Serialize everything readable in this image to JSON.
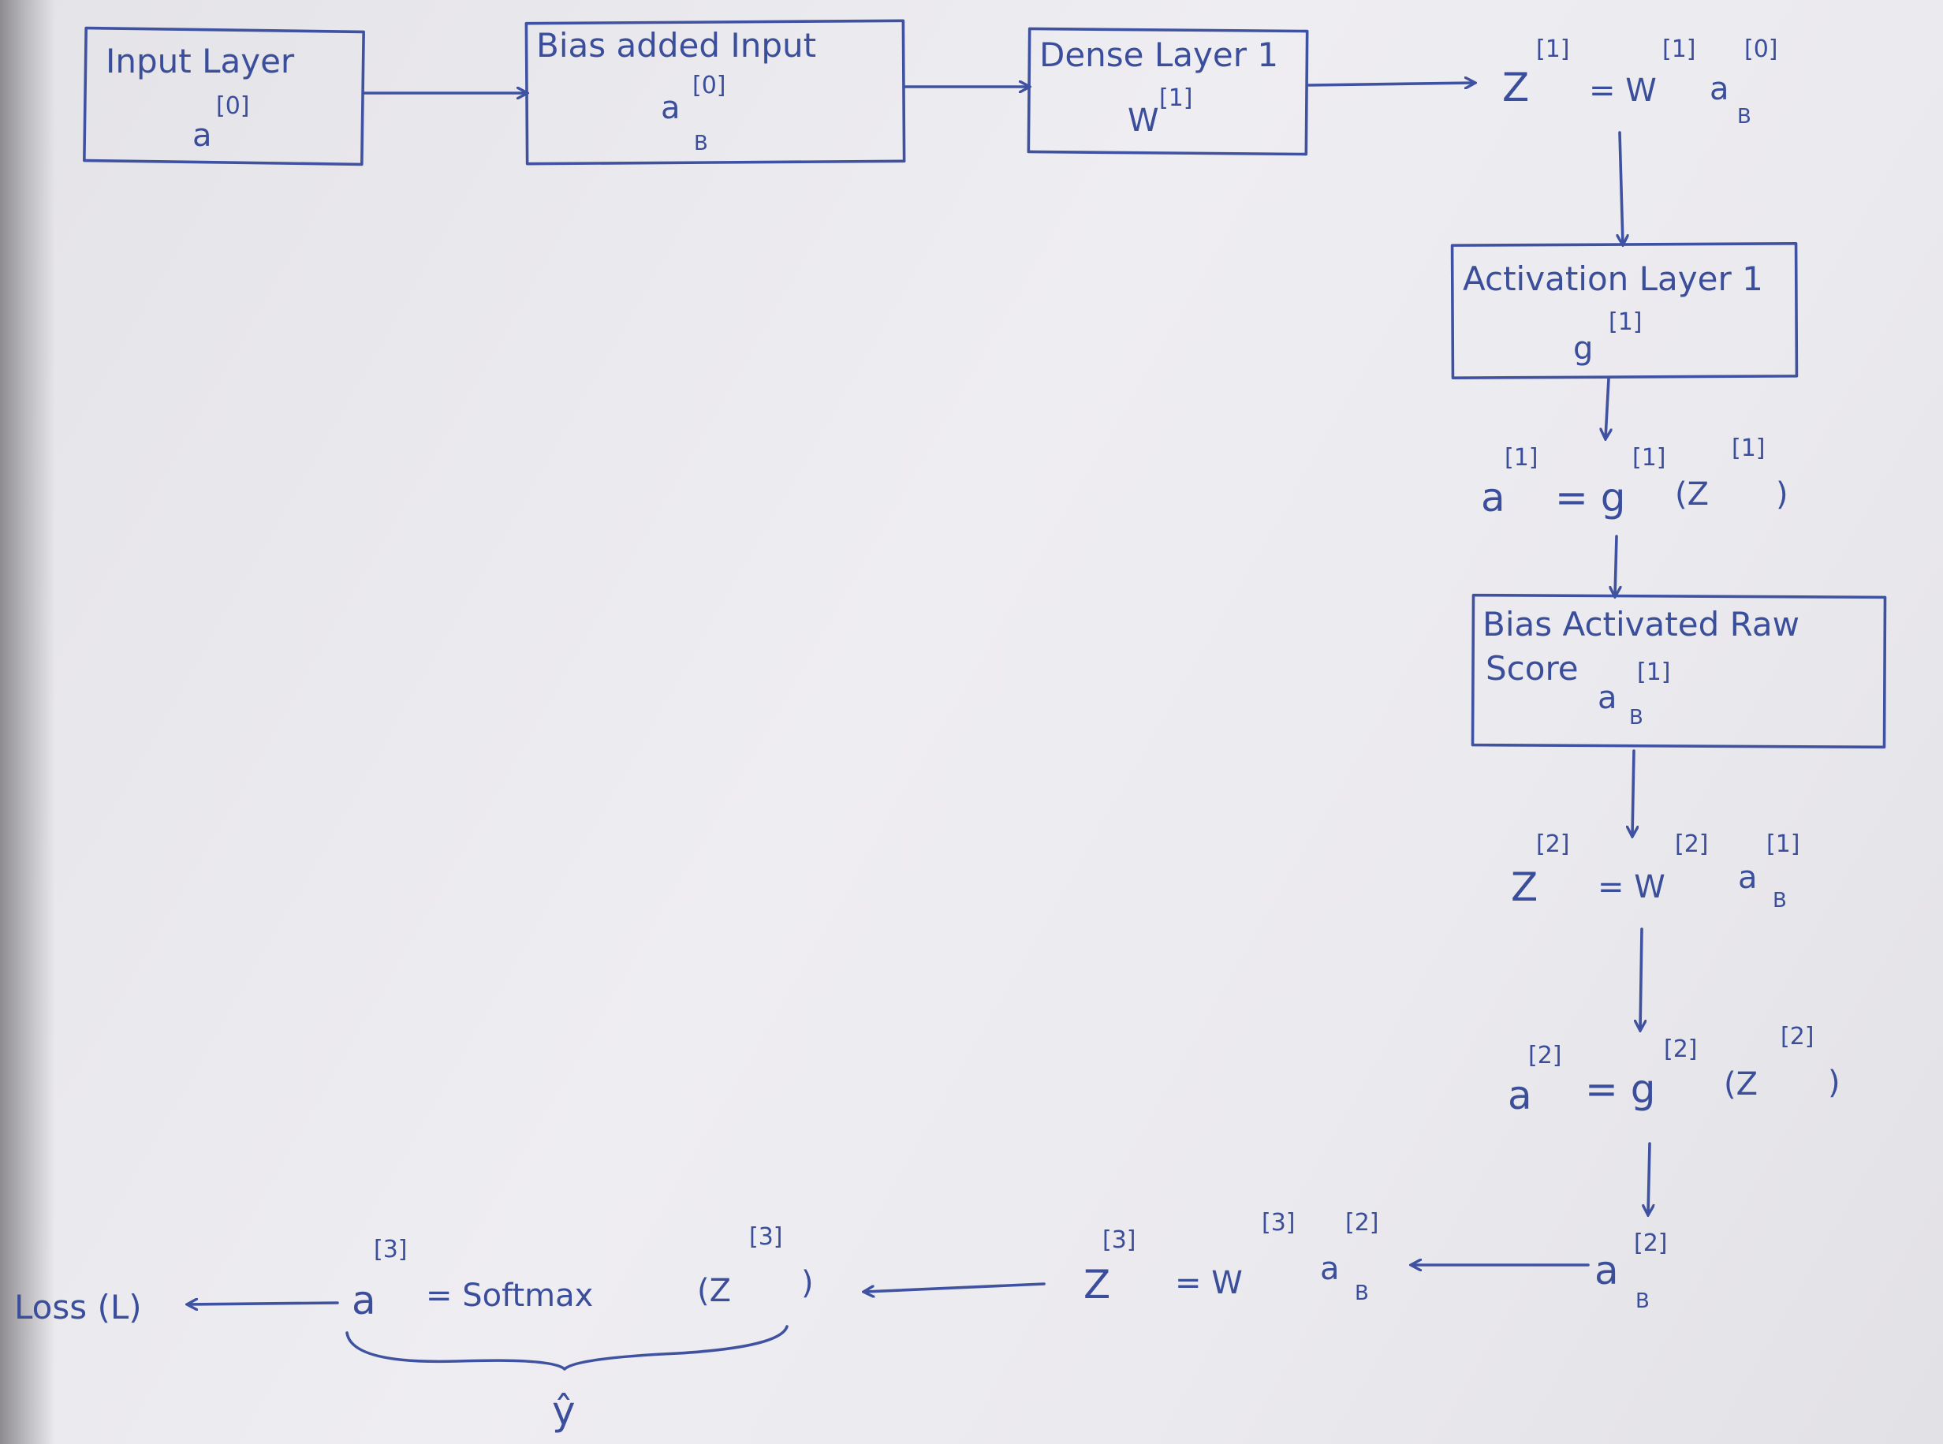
{
  "boxes": {
    "input_layer": {
      "title": "Input Layer",
      "sym": "a",
      "sup": "[0]"
    },
    "bias_input": {
      "title": "Bias added Input",
      "sym": "a",
      "sup": "[0]",
      "sub": "B"
    },
    "dense1": {
      "title": "Dense Layer 1",
      "sym": "W",
      "sup": "[1]"
    },
    "activation1": {
      "title": "Activation Layer 1",
      "sym": "g",
      "sup": "[1]"
    },
    "bias_raw": {
      "title_line1": "Bias Activated Raw",
      "title_line2": "Score",
      "sym": "a",
      "sup": "[1]",
      "sub": "B"
    }
  },
  "equations": {
    "z1": {
      "lhs": "Z",
      "lhs_sup": "[1]",
      "eq": "= W",
      "w_sup": "[1]",
      "a": "a",
      "a_sup": "[0]",
      "a_sub": "B"
    },
    "a1": {
      "lhs": "a",
      "lhs_sup": "[1]",
      "eq": "= g",
      "g_sup": "[1]",
      "arg": "(Z",
      "arg_sup": "[1]",
      "close": ")"
    },
    "z2": {
      "lhs": "Z",
      "lhs_sup": "[2]",
      "eq": "= W",
      "w_sup": "[2]",
      "a": "a",
      "a_sup": "[1]",
      "a_sub": "B"
    },
    "a2": {
      "lhs": "a",
      "lhs_sup": "[2]",
      "eq": "= g",
      "g_sup": "[2]",
      "arg": "(Z",
      "arg_sup": "[2]",
      "close": ")"
    },
    "ab2": {
      "sym": "a",
      "sup": "[2]",
      "sub": "B"
    },
    "z3": {
      "lhs": "Z",
      "lhs_sup": "[3]",
      "eq": "= W",
      "w_sup": "[3]",
      "a": "a",
      "a_sup": "[2]",
      "a_sub": "B"
    },
    "a3": {
      "lhs": "a",
      "lhs_sup": "[3]",
      "eq": "= Softmax",
      "arg": "(Z",
      "arg_sup": "[3]",
      "close": ")"
    },
    "yhat": "ŷ",
    "loss": "Loss (L)"
  },
  "colors": {
    "ink": "#3b4f9c",
    "paper": "#e9e8ec"
  }
}
